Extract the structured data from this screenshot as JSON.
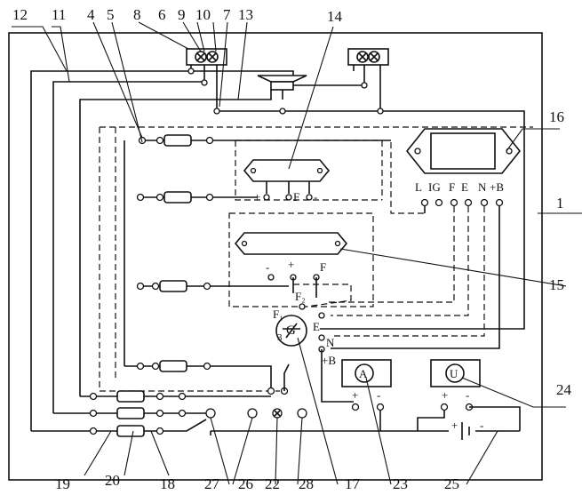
{
  "callouts": [
    "12",
    "11",
    "4",
    "5",
    "8",
    "6",
    "9",
    "10",
    "7",
    "13",
    "14",
    "16",
    "1",
    "15",
    "24",
    "19",
    "20",
    "18",
    "27",
    "26",
    "22",
    "28",
    "17",
    "23",
    "25"
  ],
  "regulator_terminals": [
    "L",
    "IG",
    "F",
    "E",
    "N",
    "+B"
  ],
  "module14_terminals": [
    "+",
    "F",
    "-"
  ],
  "module15_terminals": [
    "-",
    "+",
    "F"
  ],
  "generator": {
    "center_label": "G",
    "phase_label": "3",
    "field_labels": [
      "F₁",
      "F₂"
    ],
    "terminal_labels": [
      "E",
      "N",
      "+B"
    ]
  },
  "ammeter": {
    "symbol": "A",
    "terminals": [
      "+",
      "-"
    ]
  },
  "voltmeter": {
    "symbol": "U",
    "terminals": [
      "+",
      "-"
    ]
  },
  "battery": {
    "terminals": [
      "+",
      "-"
    ]
  }
}
